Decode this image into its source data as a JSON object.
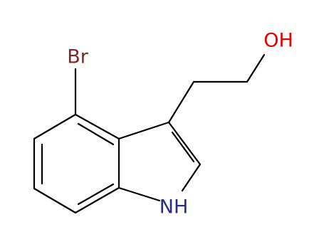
{
  "structure": {
    "atoms": [
      {
        "id": "br",
        "label": "Br",
        "color": "#7a2a25"
      },
      {
        "id": "oh",
        "label": "OH",
        "color": "#e60000"
      },
      {
        "id": "nh",
        "label": "NH",
        "color": "#2c2b8c"
      }
    ],
    "bond_color": "#000000"
  }
}
